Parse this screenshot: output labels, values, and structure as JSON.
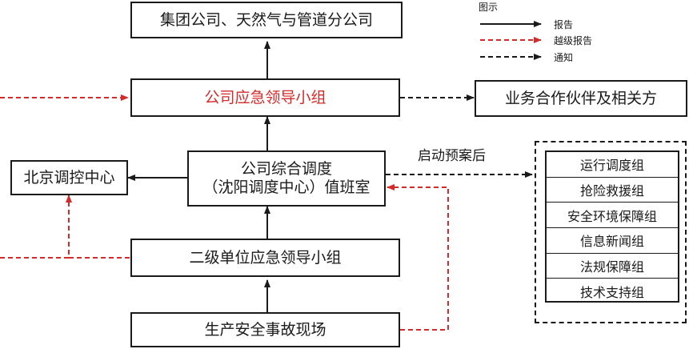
{
  "boxes": {
    "group": "集团公司、天然气与管道分公司",
    "emergency_leader": "公司应急领导小组",
    "partners": "业务合作伙伴及相关方",
    "dispatch_line1": "公司综合调度",
    "dispatch_line2": "（沈阳调度中心）值班室",
    "beijing": "北京调控中心",
    "secondary": "二级单位应急领导小组",
    "site": "生产安全事故现场"
  },
  "edge_label": "启动预案后",
  "teams": [
    "运行调度组",
    "抢险救援组",
    "安全环境保障组",
    "信息新闻组",
    "法规保障组",
    "技术支持组"
  ],
  "legend": {
    "title": "图示",
    "items": [
      "报告",
      "越级报告",
      "通知"
    ]
  },
  "colors": {
    "report": "#1a1a1a",
    "skip_report": "#d42a2a",
    "notify": "#1a1a1a"
  }
}
